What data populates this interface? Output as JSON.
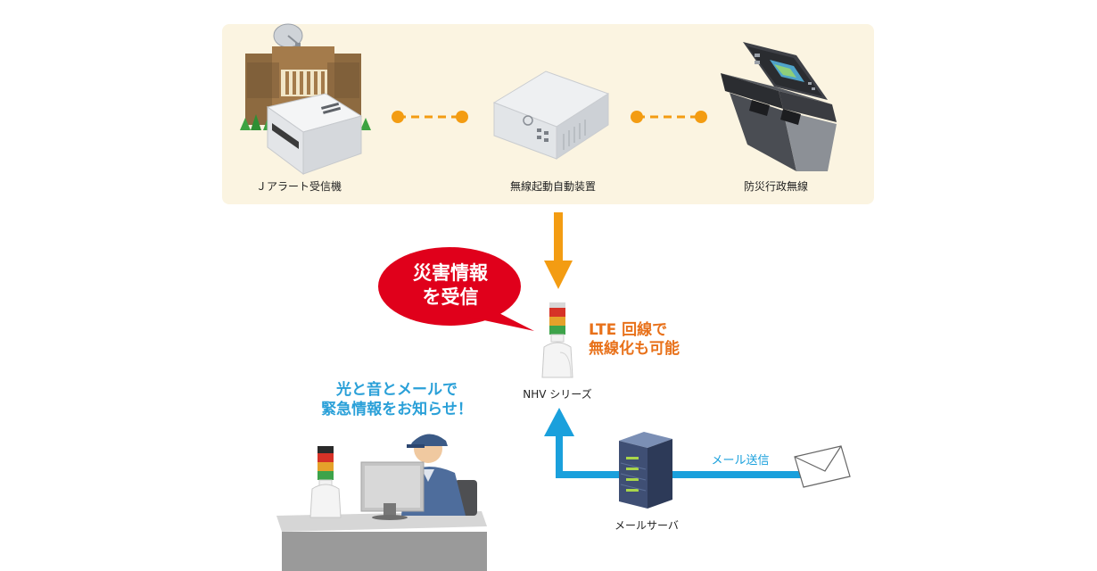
{
  "labels": {
    "receiver": "Ｊアラート受信機",
    "auto_device": "無線起動自動装置",
    "bousai": "防災行政無線",
    "nhv": "NHV シリーズ",
    "mail_server": "メールサーバ",
    "mail_send": "メール送信"
  },
  "bubble": {
    "line1": "災害情報",
    "line2": "を受信"
  },
  "lte": {
    "line1": "LTE 回線で",
    "line2": "無線化も可能"
  },
  "notify": {
    "line1": "光と音とメールで",
    "line2": "緊急情報をお知らせ！"
  },
  "colors": {
    "panel": "#fbf4e1",
    "orange": "#f39c12",
    "red_bubble": "#e0001b",
    "blue": "#1aa0dc",
    "text_orange": "#e8711a",
    "text_blue": "#2aa0d8"
  }
}
